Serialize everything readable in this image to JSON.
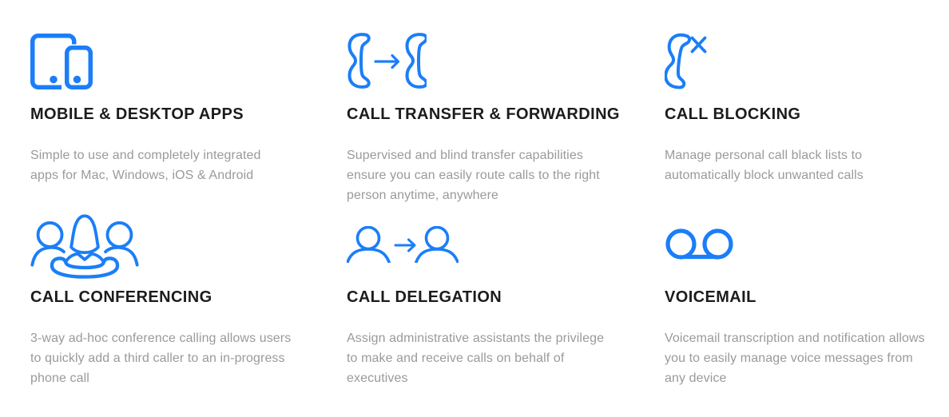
{
  "theme": {
    "accent_color": "#1b7ef8",
    "title_color": "#1c1c1c",
    "body_color": "#9a9a9a",
    "background": "#ffffff"
  },
  "features": [
    {
      "icon": "devices-icon",
      "title": "MOBILE & DESKTOP APPS",
      "description": "Simple to use and completely integrated apps for Mac, Windows, iOS & Android"
    },
    {
      "icon": "phone-transfer-icon",
      "title": "CALL TRANSFER & FORWARDING",
      "description": "Supervised and blind transfer capabilities ensure you can easily route calls to the right person anytime, anywhere"
    },
    {
      "icon": "phone-block-icon",
      "title": "CALL BLOCKING",
      "description": "Manage personal call black lists to automatically block unwanted calls"
    },
    {
      "icon": "conference-people-icon",
      "title": "CALL CONFERENCING",
      "description": "3-way ad-hoc conference calling allows users to quickly add a third caller to an in-progress phone call"
    },
    {
      "icon": "person-arrow-person-icon",
      "title": "CALL DELEGATION",
      "description": "Assign administrative assistants the privilege to make and receive calls on behalf of executives"
    },
    {
      "icon": "voicemail-icon",
      "title": "VOICEMAIL",
      "description": "Voicemail transcription and notification allows you to easily manage voice messages from any device"
    }
  ]
}
